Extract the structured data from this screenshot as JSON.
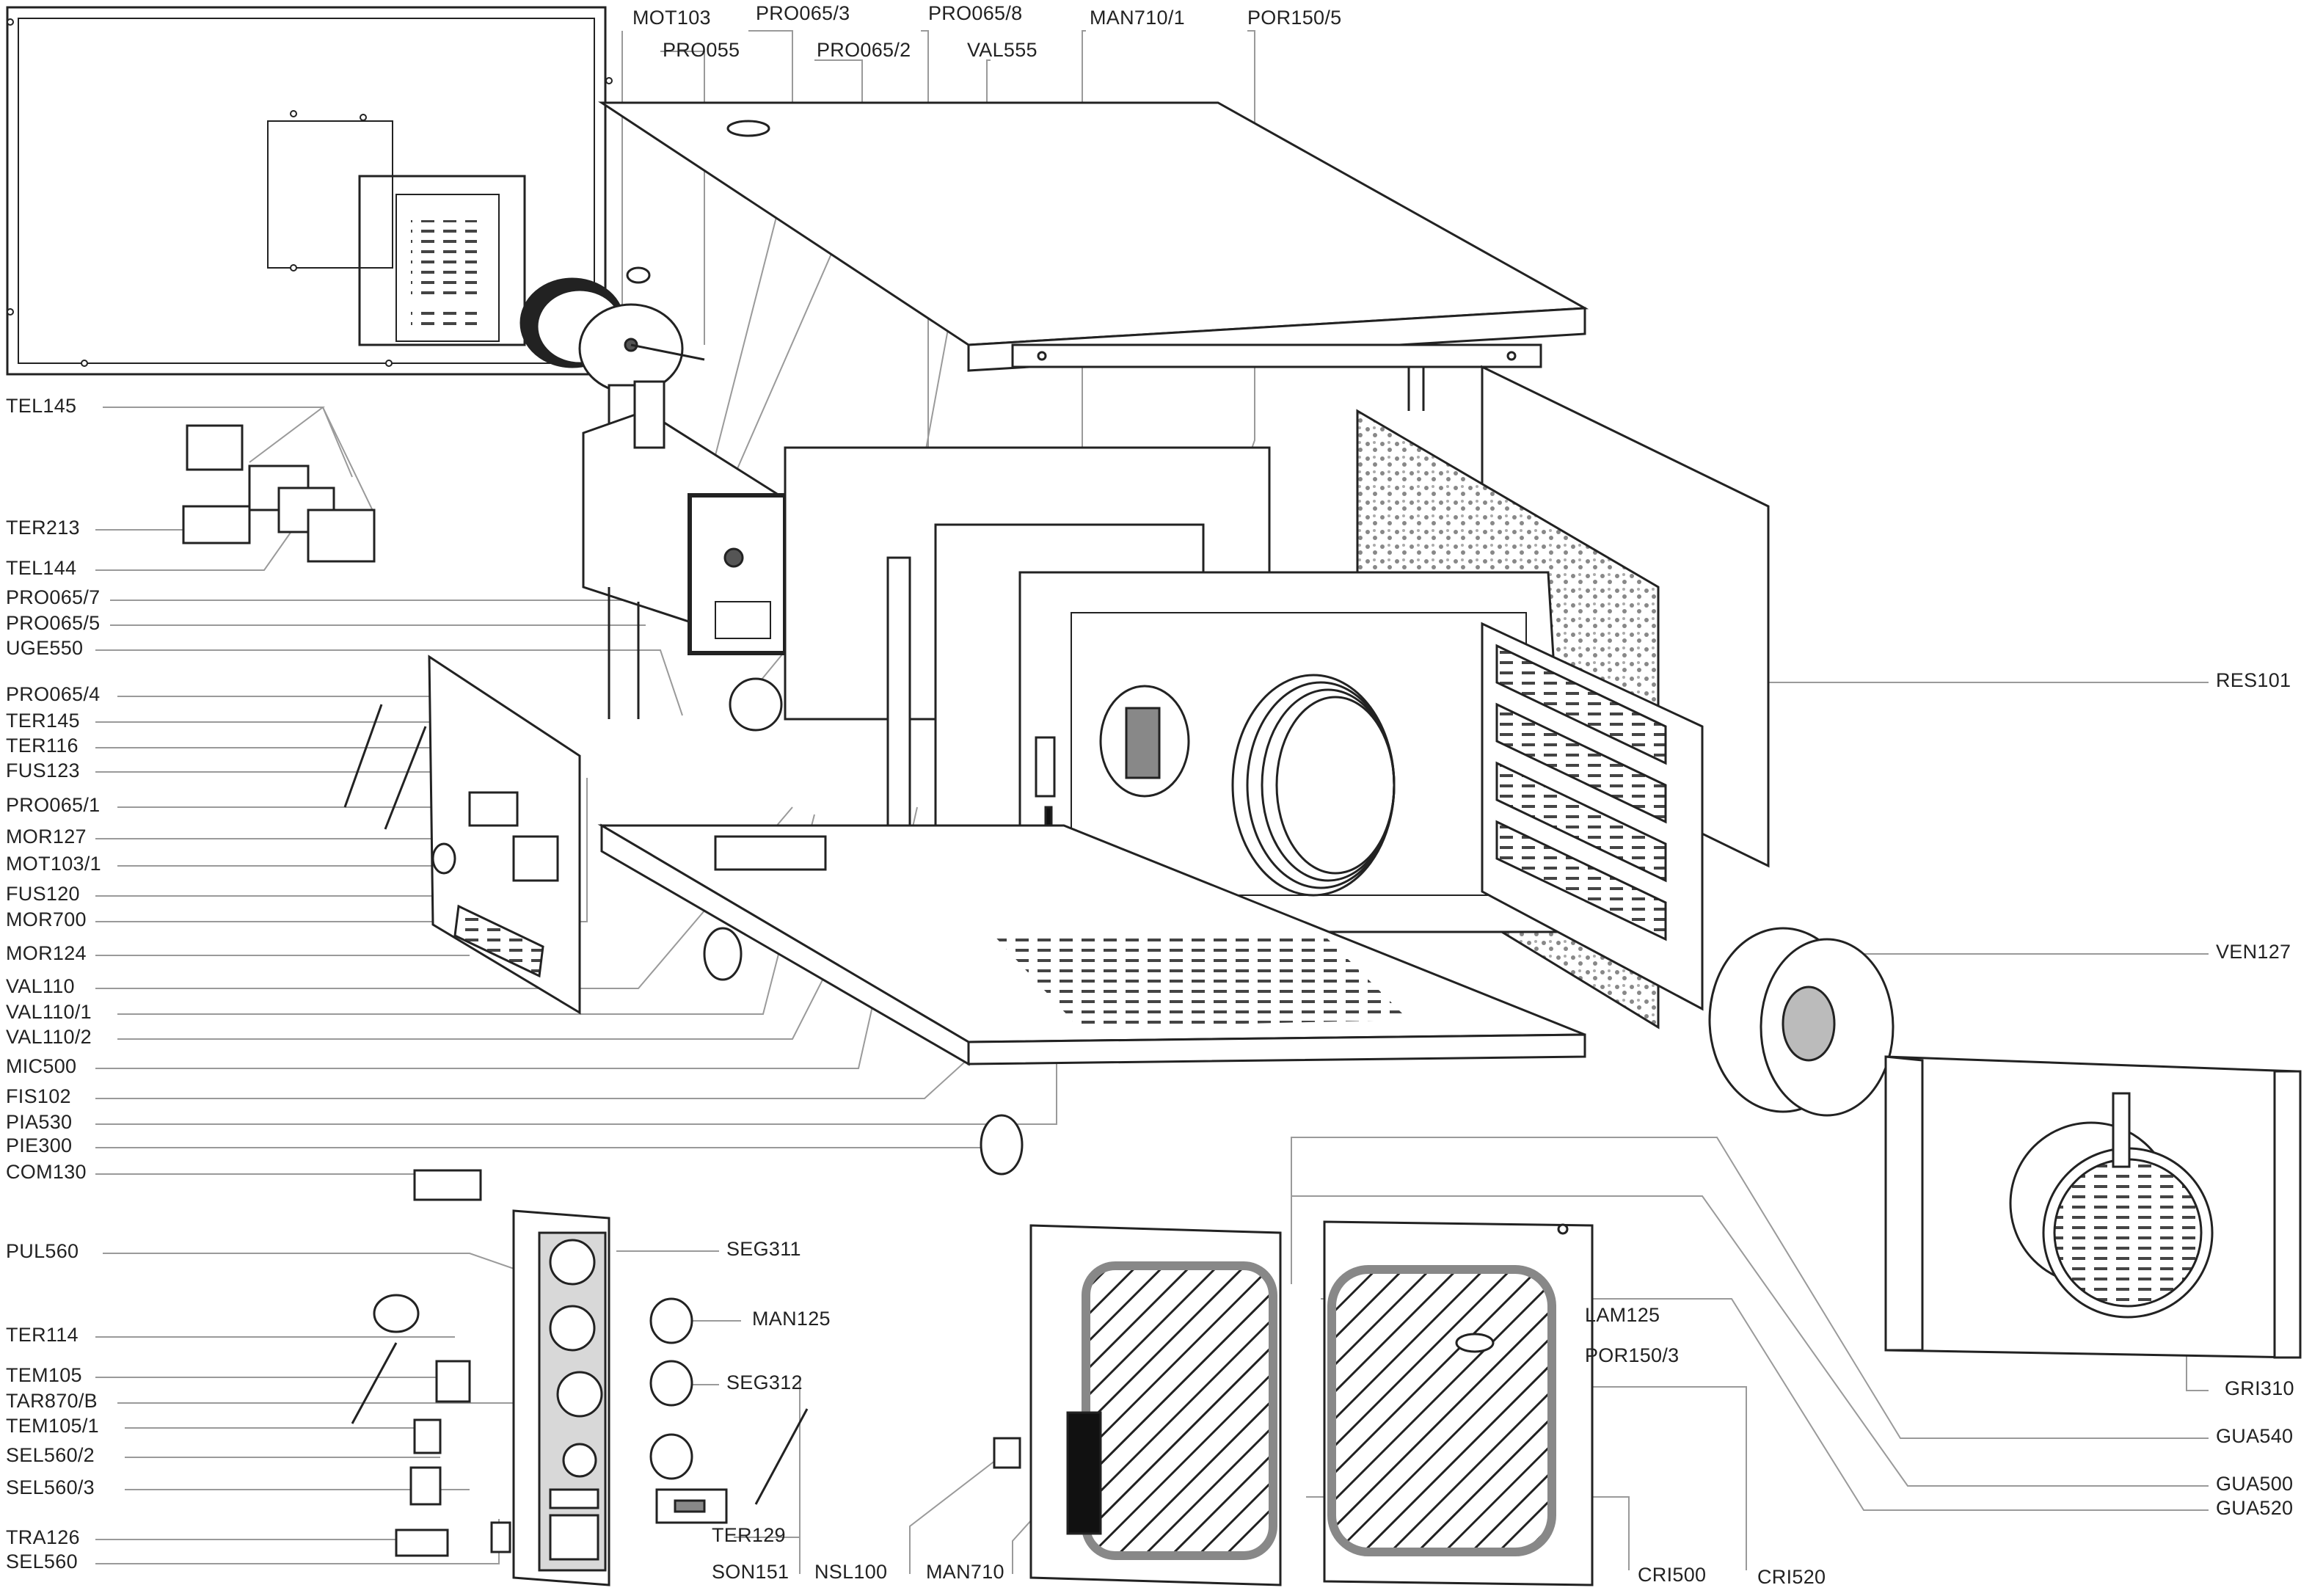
{
  "colors": {
    "ink": "#222222",
    "leader": "#9a9a9a",
    "panel": "#d8d8d8",
    "dark": "#111111"
  },
  "labels": {
    "MOT103": "MOT103",
    "PRO065_3": "PRO065/3",
    "PRO055": "PRO055",
    "PRO065_2": "PRO065/2",
    "PRO065_8": "PRO065/8",
    "VAL555": "VAL555",
    "MAN710_1": "MAN710/1",
    "POR150_5": "POR150/5",
    "TEL145": "TEL145",
    "TER213": "TER213",
    "TEL144": "TEL144",
    "PRO065_7": "PRO065/7",
    "PRO065_5": "PRO065/5",
    "UGE550": "UGE550",
    "PRO065_4": "PRO065/4",
    "TER145": "TER145",
    "TER116": "TER116",
    "FUS123": "FUS123",
    "PRO065_1": "PRO065/1",
    "MOR127": "MOR127",
    "MOT103_1": "MOT103/1",
    "FUS120": "FUS120",
    "MOR700": "MOR700",
    "MOR124": "MOR124",
    "VAL110": "VAL110",
    "VAL110_1": "VAL110/1",
    "VAL110_2": "VAL110/2",
    "MIC500": "MIC500",
    "FIS102": "FIS102",
    "PIA530": "PIA530",
    "PIE300": "PIE300",
    "COM130": "COM130",
    "PUL560": "PUL560",
    "TER114": "TER114",
    "TEM105": "TEM105",
    "TAR870_B": "TAR870/B",
    "TEM105_1": "TEM105/1",
    "SEL560_2": "SEL560/2",
    "SEL560_3": "SEL560/3",
    "TRA126": "TRA126",
    "SEL560": "SEL560",
    "SEG311": "SEG311",
    "MAN125": "MAN125",
    "SEG312": "SEG312",
    "TER129": "TER129",
    "SON151": "SON151",
    "NSL100": "NSL100",
    "MAN710": "MAN710",
    "LAM125": "LAM125",
    "POR150_3": "POR150/3",
    "CRI500": "CRI500",
    "CRI520": "CRI520",
    "RES101": "RES101",
    "VEN127": "VEN127",
    "GRI310": "GRI310",
    "GUA540": "GUA540",
    "GUA500": "GUA500",
    "GUA520": "GUA520"
  }
}
